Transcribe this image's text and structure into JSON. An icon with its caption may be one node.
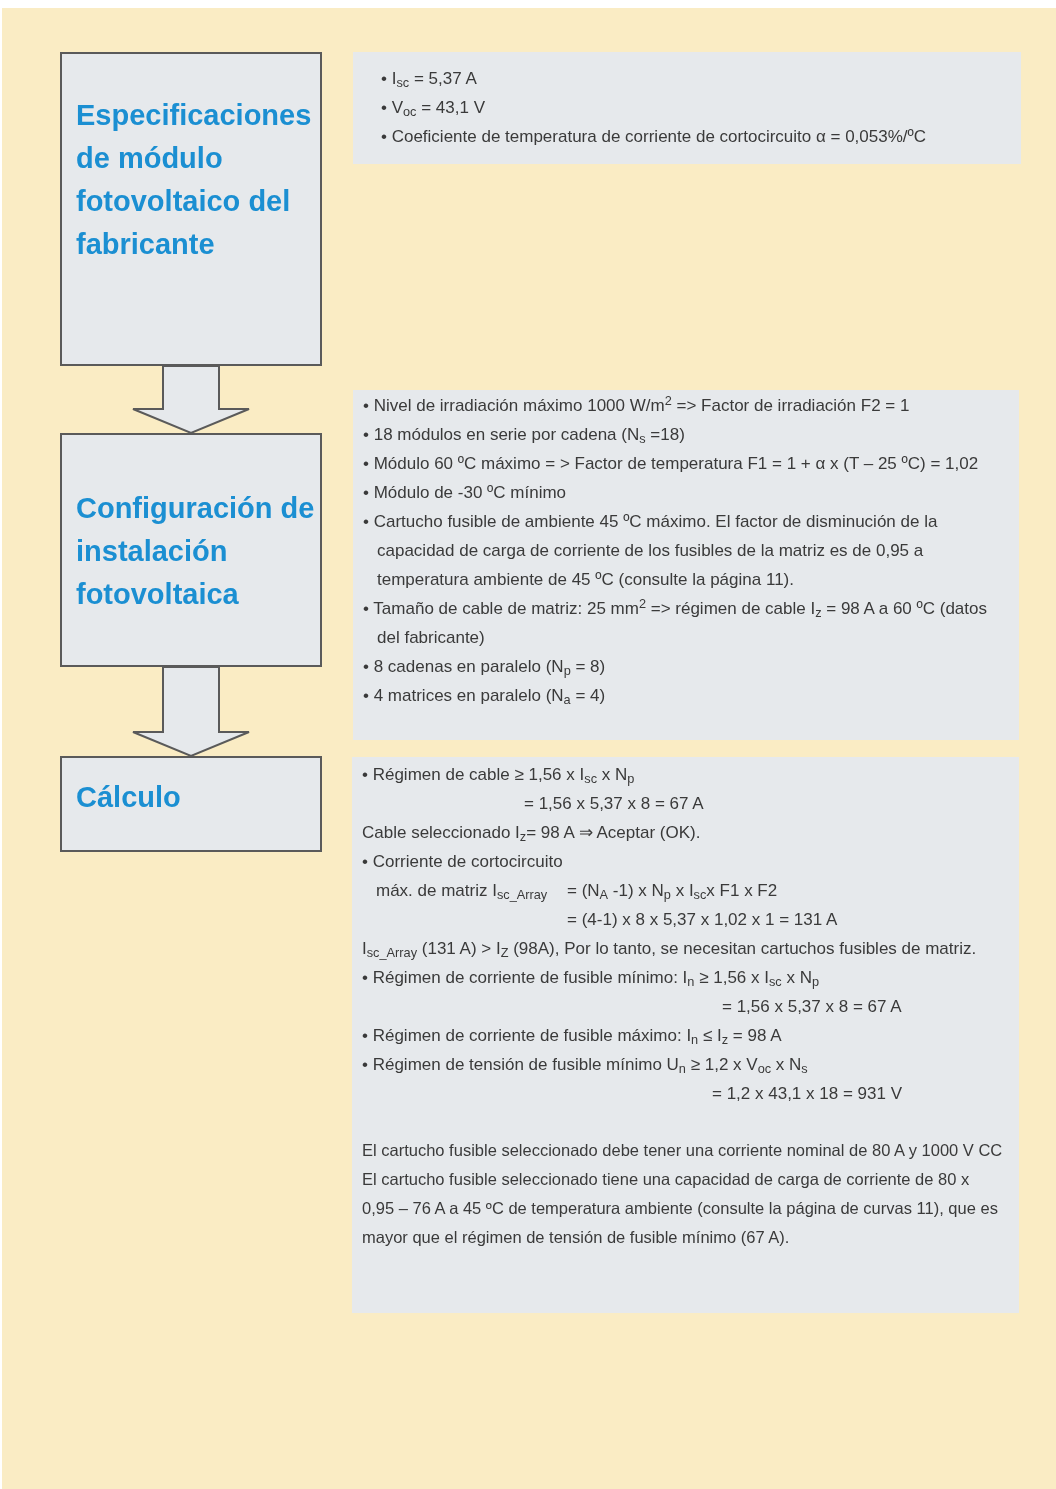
{
  "diagram": {
    "nodes": [
      {
        "text": [
          "Especificaciones de módulo fotovoltaico del fabricante"
        ]
      },
      {
        "text": [
          "Configuración de instalación fotovoltaica"
        ]
      },
      {
        "text": [
          "Cálculo"
        ]
      },
      {
        "text": [
          "• I$_{sc}$ = 5,37 A",
          "• V$_{oc}$ = 43,1 V",
          "• Coeficiente de temperatura de corriente de cortocircuito α = 0,053%/ºC"
        ]
      },
      {
        "text": [
          "• Nivel de irradiación máximo 1000 W/m$^{2}$ => Factor de irradiación F2 = 1",
          "• 18 módulos en serie por cadena (N$_{s}$ =18)",
          "• Módulo 60 ºC máximo = > Factor de temperatura F1 = 1 + α x (T – 25 ºC) = 1,02",
          "• Módulo de -30 ºC mínimo",
          "• Cartucho fusible de ambiente 45 ºC máximo. El factor de disminución de la capacidad de carga de corriente de los fusibles de la matriz es de 0,95 a temperatura ambiente de 45 ºC (consulte la página 11).",
          "• Tamaño de cable de matriz: 25 mm$^{2}$ => régimen de cable I$_{z}$ = 98 A a 60 ºC (datos del fabricante)",
          "• 8 cadenas en paralelo (N$_{p}$ = 8)",
          "• 4 matrices en paralelo (N$_{a}$ = 4)"
        ]
      },
      {
        "text": [
          "• Régimen de cable ≥ 1,56 x I$_{sc}$ x N$_{p}$",
          "= 1,56 x 5,37 x 8 = 67 A",
          "Cable seleccionado I$_{z}$= 98 A ⇒ Aceptar (OK).",
          "• Corriente de cortocircuito",
          "máx. de matriz I$_{sc_Array}$",
          "= (N$_{A}$ -1) x N$_{p}$ x I$_{sc}$x F1 x F2",
          "= (4-1) x 8 x 5,37 x 1,02 x 1 = 131 A",
          "I$_{sc_Array}$ (131 A) > I$_{Z}$ (98A), Por lo tanto, se necesitan cartuchos fusibles de matriz.",
          "• Régimen de corriente de fusible mínimo: I$_{n}$ ≥ 1,56 x I$_{sc}$ x N$_{p}$",
          "= 1,56 x 5,37 x 8 = 67 A",
          "• Régimen de corriente de fusible máximo: I$_{n}$ ≤ I$_{z}$ = 98 A",
          "• Régimen de tensión de fusible mínimo U$_{n}$ ≥ 1,2 x V$_{oc}$ x N$_{s}$",
          "= 1,2 x 43,1 x 18 = 931 V",
          "El cartucho fusible seleccionado debe tener una corriente nominal de 80 A y 1000 V CC El cartucho fusible seleccionado tiene una capacidad de carga de corriente de 80 x 0,95 – 76 A a 45 ºC de temperatura ambiente (consulte la página de curvas 11), que es mayor que el régimen de tensión de fusible mínimo (67 A)."
        ]
      }
    ],
    "edges": [
      {
        "from": 0,
        "to": 1,
        "arrow": "to",
        "style": "thick"
      },
      {
        "from": 1,
        "to": 2,
        "arrow": "to",
        "style": "thick"
      }
    ]
  }
}
